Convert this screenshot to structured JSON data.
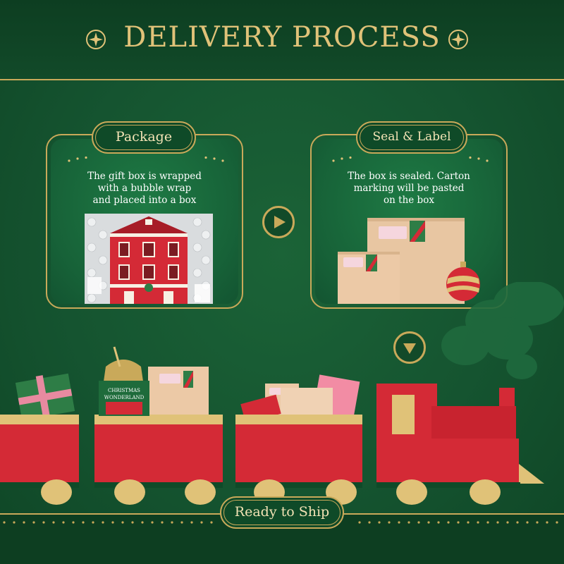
{
  "header": {
    "title": "DELIVERY PROCESS"
  },
  "steps": [
    {
      "label": "Package",
      "description": "The gift box is wrapped with a bubble wrap and placed into a box"
    },
    {
      "label": "Seal & Label",
      "description": "The box is sealed. Carton marking will be pasted on the box"
    }
  ],
  "package_box": {
    "line1": "CHRISTMAS",
    "line2": "WONDERLAND"
  },
  "footer": {
    "label": "Ready to Ship"
  },
  "icons": {
    "next": "play-right-icon",
    "down": "play-down-icon",
    "ornament": "sparkle-icon"
  },
  "colors": {
    "background": "#155430",
    "gold": "#c9a95a",
    "red": "#d42a36",
    "cream": "#f0c7a0"
  }
}
